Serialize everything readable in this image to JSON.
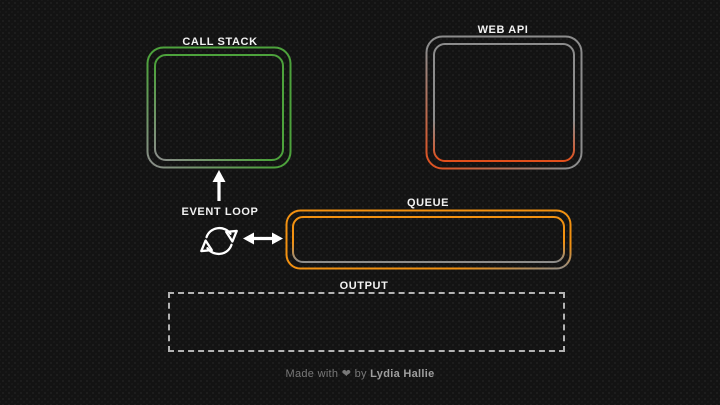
{
  "diagram": {
    "call_stack": {
      "label": "CALL STACK"
    },
    "web_api": {
      "label": "WEB API"
    },
    "queue": {
      "label": "QUEUE"
    },
    "output": {
      "label": "OUTPUT"
    },
    "event_loop": {
      "label": "EVENT LOOP"
    }
  },
  "icons": {
    "event_loop_icon": "sync-loop-icon",
    "up_arrow": "arrow-up-icon",
    "double_arrow": "arrow-left-right-icon"
  },
  "footer": {
    "prefix": "Made with",
    "heart": "❤",
    "by": "by",
    "author": "Lydia Hallie"
  },
  "colors": {
    "green": "#4da23c",
    "orange": "#f29111",
    "red": "#e34f1b",
    "gray": "#8c8c8c",
    "dashed": "#b3b3b3",
    "label": "#f2f2f2",
    "arrow": "#ffffff",
    "footer": "#787878",
    "footerBold": "#9e9e9e"
  }
}
